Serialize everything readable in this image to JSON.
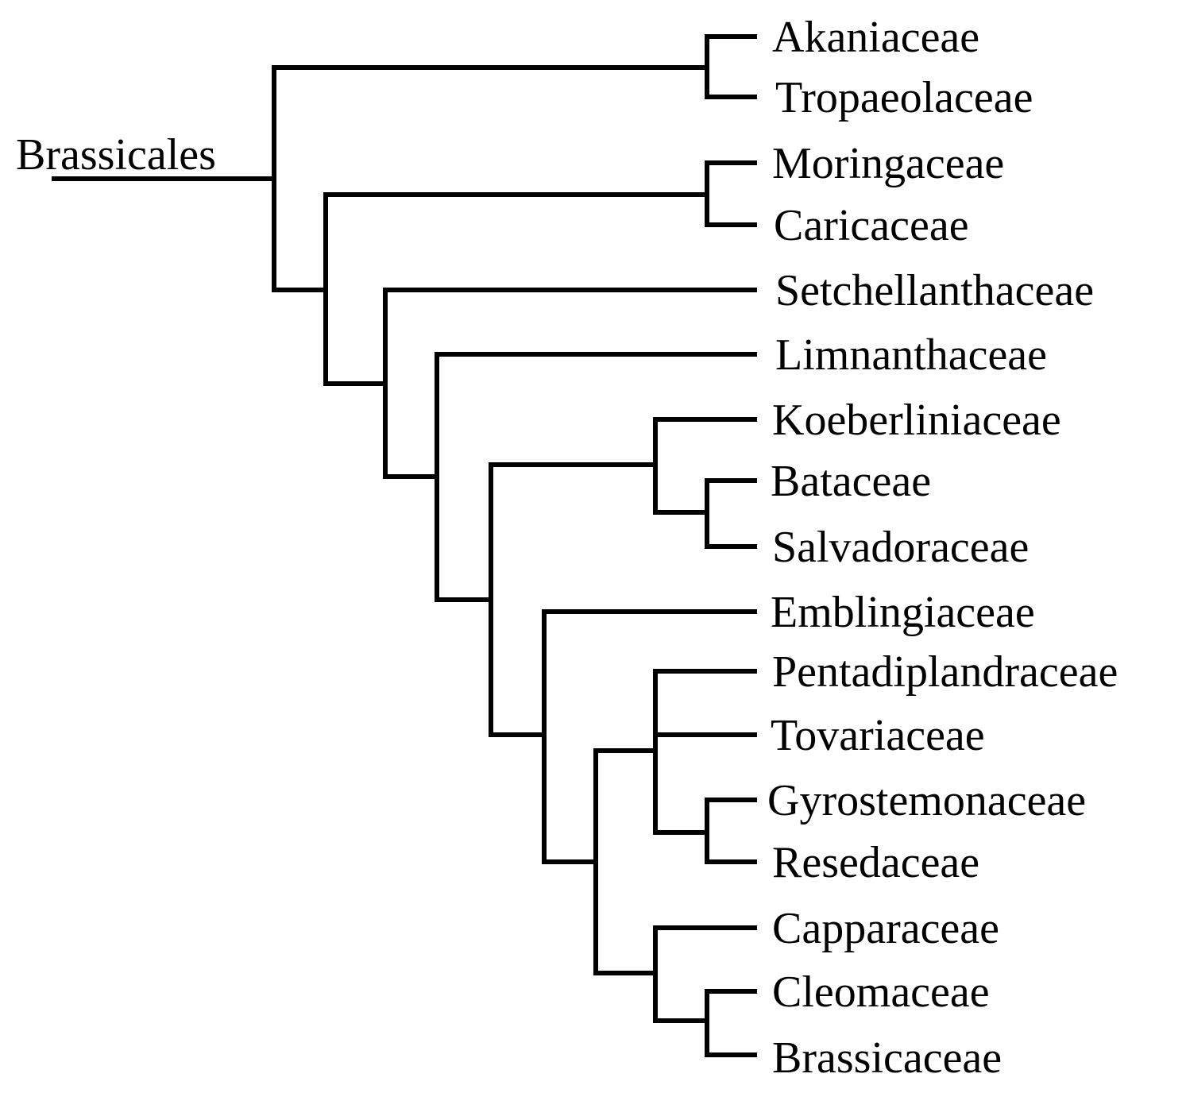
{
  "diagram": {
    "type": "cladogram",
    "root_label": "Brassicales",
    "taxa": [
      "Akaniaceae",
      "Tropaeolaceae",
      "Moringaceae",
      "Caricaceae",
      "Setchellanthaceae",
      "Limnanthaceae",
      "Koeberliniaceae",
      "Bataceae",
      "Salvadoraceae",
      "Emblingiaceae",
      "Pentadiplandraceae",
      "Tovariaceae",
      "Gyrostemonaceae",
      "Resedaceae",
      "Capparaceae",
      "Cleomaceae",
      "Brassicaceae"
    ],
    "topology": "((Akaniaceae,Tropaeolaceae),((Moringaceae,Caricaceae),(Setchellanthaceae,(Limnanthaceae,((Koeberliniaceae,(Bataceae,Salvadoraceae)),(Emblingiaceae,((Pentadiplandraceae,Tovariaceae,(Gyrostemonaceae,Resedaceae)),(Capparaceae,(Cleomaceae,Brassicaceae)))))))))"
  }
}
